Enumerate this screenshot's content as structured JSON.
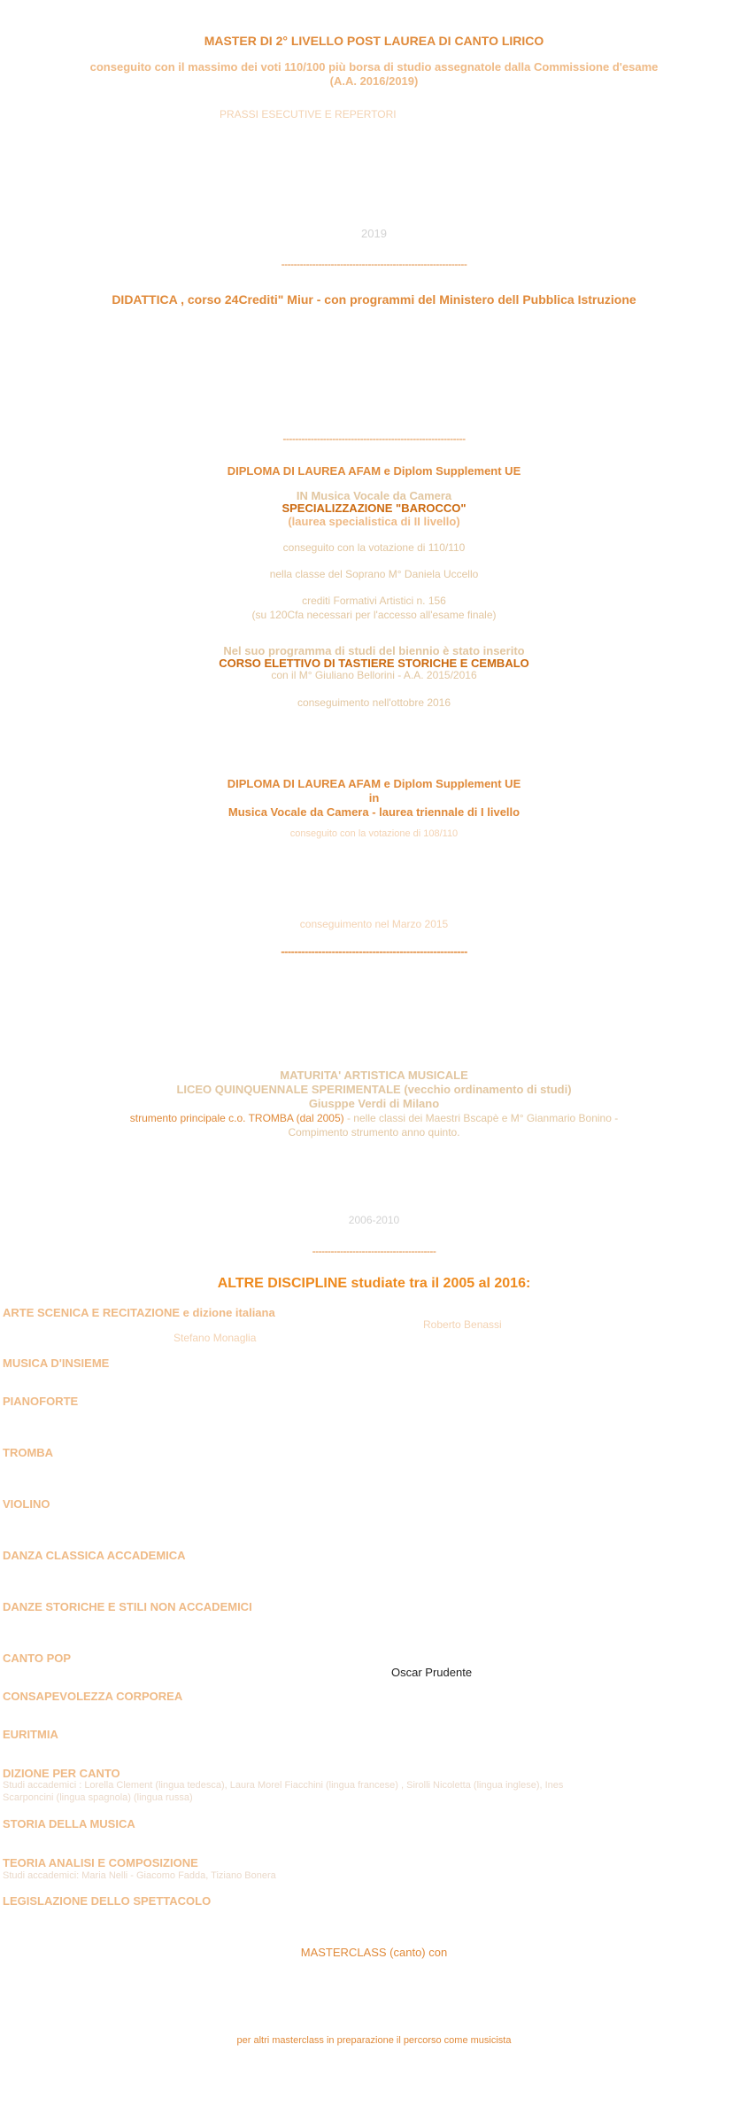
{
  "master": {
    "title": "MASTER DI 2° LIVELLO POST LAUREA DI CANTO LIRICO",
    "subtitle_line1": "conseguito con il massimo dei voti 110/100 più borsa di studio  assegnatole dalla Commissione d'esame",
    "subtitle_line2": "(A.A. 2016/2019)",
    "faint_note": "PRASSI ESECUTIVE E REPERTORI",
    "year": "2019"
  },
  "separators": [
    "------------------------------------------------------------",
    "-----------------------------------------------------------",
    "-------------------------------------------------------",
    "----------------------------------------"
  ],
  "didattica": {
    "title": "DIDATTICA , corso 24Crediti\" Miur - con programmi del Ministero dell Pubblica Istruzione"
  },
  "diploma1": {
    "title": "DIPLOMA DI LAUREA  AFAM  e Diplom Supplement UE",
    "line_in": "IN Musica Vocale da Camera",
    "line_spec": "SPECIALIZZAZIONE \"BAROCCO\"",
    "line_laurea": "(laurea specialistica di II livello)",
    "voto": "conseguito con la votazione di 110/110",
    "classe": "nella classe del Soprano M° Daniela Uccello",
    "crediti_line1": "crediti Formativi Artistici  n. 156",
    "crediti_line2": "(su 120Cfa necessari per l'accesso all'esame finale)",
    "programma": "Nel suo programma di studi del biennio è stato inserito",
    "elettivo": "CORSO ELETTIVO DI  TASTIERE STORICHE E CEMBALO",
    "con": "con  il M°  Giuliano Bellorini - A.A. 2015/2016",
    "conseguimento": "conseguimento nell'ottobre  2016"
  },
  "diploma2": {
    "title_line1": "DIPLOMA DI LAUREA  AFAM e  Diplom Supplement UE",
    "title_line2": "in",
    "title_line3": "Musica Vocale da Camera  - laurea triennale di I livello",
    "voto": "conseguito con la votazione di 108/110",
    "conseguimento": "conseguimento nel Marzo 2015"
  },
  "maturita": {
    "line1": "MATURITA' ARTISTICA MUSICALE",
    "line2": "LICEO QUINQUENNALE  SPERIMENTALE (vecchio ordinamento di studi)",
    "line3": "Giusppe Verdi di Milano",
    "strumento": "strumento principale c.o. TROMBA (dal 2005)",
    "maestri": " - nelle classi dei Maestri Bscapè e M° Gianmario Bonino -",
    "compimento": "Compimento strumento anno quinto.",
    "years": "2006-2010"
  },
  "altre": {
    "title": "ALTRE DISCIPLINE studiate  tra il 2005 al 2016:",
    "disciplines": [
      "ARTE SCENICA E RECITAZIONE e dizione italiana",
      "MUSICA D'INSIEME",
      "PIANOFORTE",
      "TROMBA",
      "VIOLINO",
      "DANZA CLASSICA ACCADEMICA",
      "DANZE STORICHE E STILI NON ACCADEMICI",
      "CANTO POP",
      "CONSAPEVOLEZZA CORPOREA",
      "EURITMIA",
      "DIZIONE PER CANTO",
      "STORIA DELLA MUSICA",
      "TEORIA ANALISI E COMPOSIZIONE",
      "LEGISLAZIONE DELLO SPETTACOLO"
    ],
    "teacher_right": "Roberto Benassi",
    "teacher_left": "Stefano Monaglia",
    "teacher_pop": "Oscar Prudente",
    "dizione_note_line1": "Studi accademici :  Lorella Clement (lingua tedesca), Laura Morel Fiacchini (lingua francese) , Sirolli Nicoletta (lingua inglese), Ines",
    "dizione_note_line2": "Scarponcini (lingua spagnola) (lingua russa)",
    "teoria_note": "Studi accademici: Maria Nelli - Giacomo Fadda, Tiziano Bonera"
  },
  "masterclass": {
    "title": "MASTERCLASS (canto)  con",
    "footer": "per altri masterclass in preparazione il percorso come musicista"
  }
}
